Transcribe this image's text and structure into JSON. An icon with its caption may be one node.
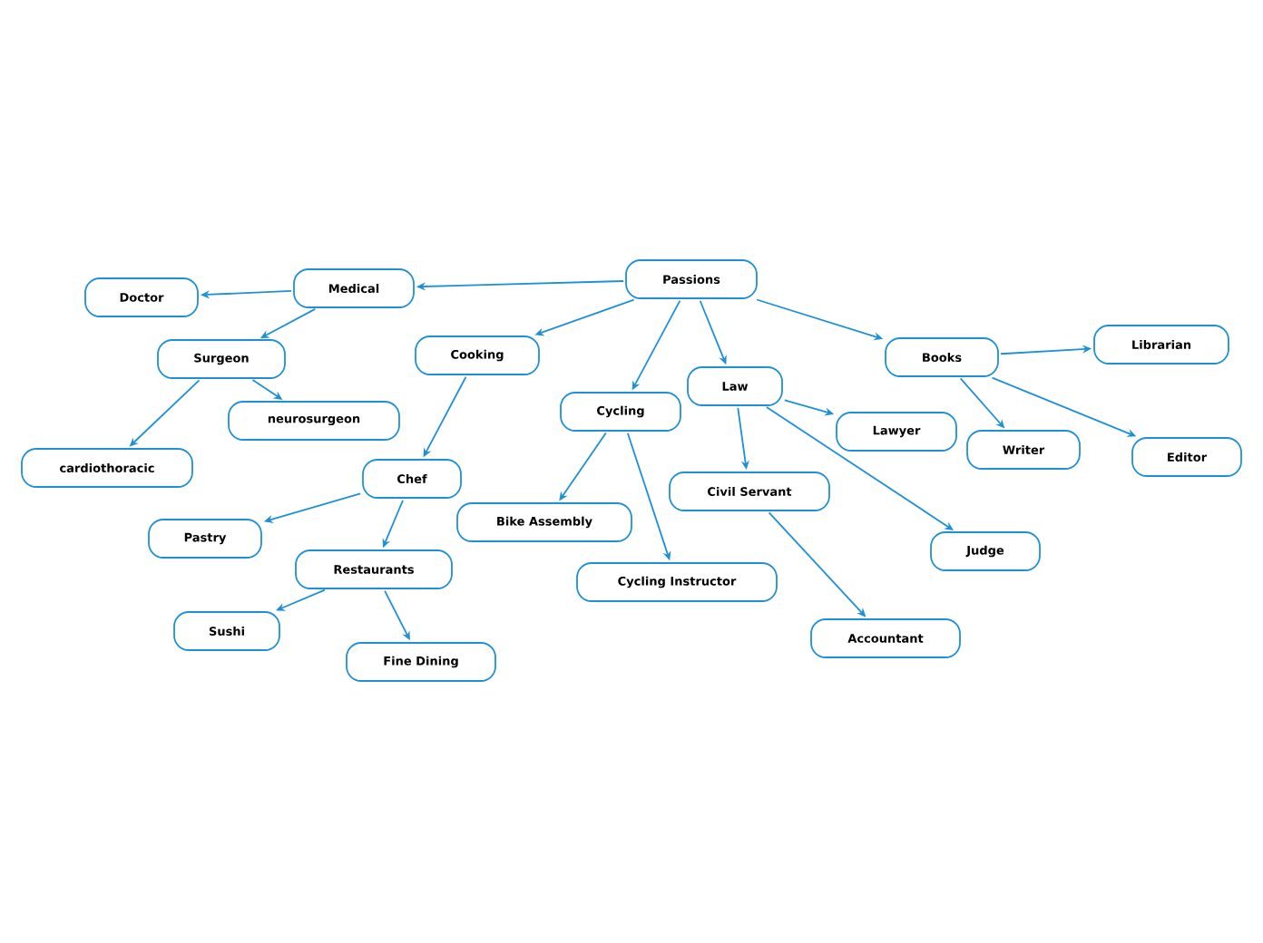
{
  "diagram": {
    "nodes": [
      {
        "text": [
          "Passions"
        ]
      },
      {
        "text": [
          "Medical"
        ]
      },
      {
        "text": [
          "Doctor"
        ]
      },
      {
        "text": [
          "Surgeon"
        ]
      },
      {
        "text": [
          "cardiothoracic"
        ]
      },
      {
        "text": [
          "neurosurgeon"
        ]
      },
      {
        "text": [
          "Cooking"
        ]
      },
      {
        "text": [
          "Chef"
        ]
      },
      {
        "text": [
          "Pastry"
        ]
      },
      {
        "text": [
          "Restaurants"
        ]
      },
      {
        "text": [
          "Sushi"
        ]
      },
      {
        "text": [
          "Fine Dining"
        ]
      },
      {
        "text": [
          "Cycling"
        ]
      },
      {
        "text": [
          "Bike Assembly"
        ]
      },
      {
        "text": [
          "Cycling Instructor"
        ]
      },
      {
        "text": [
          "Law"
        ]
      },
      {
        "text": [
          "Lawyer"
        ]
      },
      {
        "text": [
          "Civil Servant"
        ]
      },
      {
        "text": [
          "Judge"
        ]
      },
      {
        "text": [
          "Accountant"
        ]
      },
      {
        "text": [
          "Books"
        ]
      },
      {
        "text": [
          "Librarian"
        ]
      },
      {
        "text": [
          "Writer"
        ]
      },
      {
        "text": [
          "Editor"
        ]
      }
    ],
    "edges": [
      {
        "from": 0,
        "to": 1,
        "arrow": "to"
      },
      {
        "from": 1,
        "to": 2,
        "arrow": "to"
      },
      {
        "from": 1,
        "to": 3,
        "arrow": "to"
      },
      {
        "from": 3,
        "to": 4,
        "arrow": "to"
      },
      {
        "from": 3,
        "to": 5,
        "arrow": "to"
      },
      {
        "from": 0,
        "to": 6,
        "arrow": "to"
      },
      {
        "from": 6,
        "to": 7,
        "arrow": "to"
      },
      {
        "from": 7,
        "to": 8,
        "arrow": "to"
      },
      {
        "from": 7,
        "to": 9,
        "arrow": "to"
      },
      {
        "from": 9,
        "to": 10,
        "arrow": "to"
      },
      {
        "from": 9,
        "to": 11,
        "arrow": "to"
      },
      {
        "from": 0,
        "to": 12,
        "arrow": "to"
      },
      {
        "from": 12,
        "to": 13,
        "arrow": "to"
      },
      {
        "from": 12,
        "to": 14,
        "arrow": "to"
      },
      {
        "from": 0,
        "to": 15,
        "arrow": "to"
      },
      {
        "from": 15,
        "to": 16,
        "arrow": "to"
      },
      {
        "from": 15,
        "to": 17,
        "arrow": "to"
      },
      {
        "from": 15,
        "to": 18,
        "arrow": "to"
      },
      {
        "from": 17,
        "to": 19,
        "arrow": "to"
      },
      {
        "from": 0,
        "to": 20,
        "arrow": "to"
      },
      {
        "from": 20,
        "to": 21,
        "arrow": "to"
      },
      {
        "from": 20,
        "to": 22,
        "arrow": "to"
      },
      {
        "from": 20,
        "to": 23,
        "arrow": "to"
      }
    ]
  }
}
